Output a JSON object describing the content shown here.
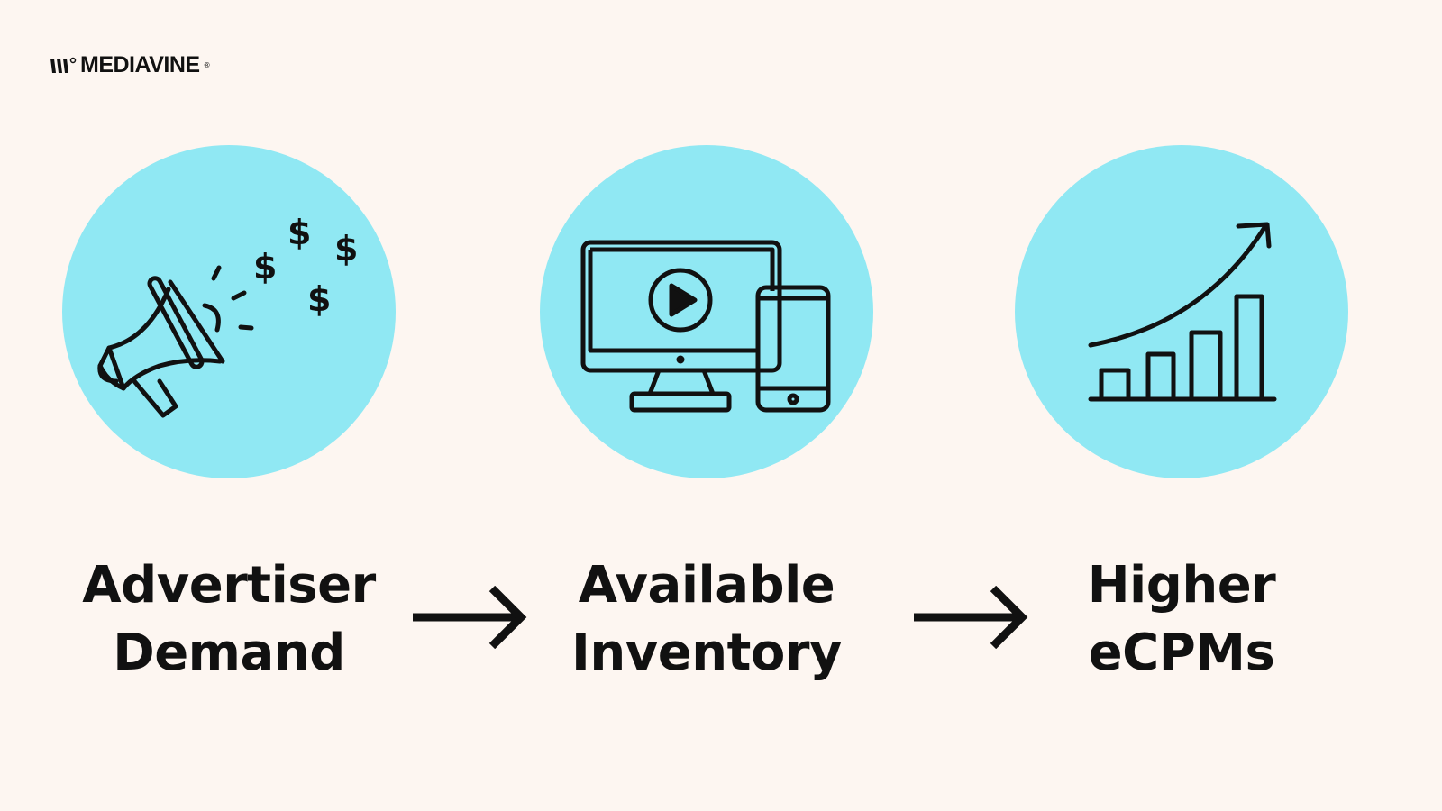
{
  "brand": {
    "name": "MEDIAVINE",
    "registered": "®"
  },
  "colors": {
    "background": "#fdf6f1",
    "circle": "#90e8f3",
    "ink": "#111111"
  },
  "steps": [
    {
      "icon": "megaphone-dollar-icon",
      "line1": "Advertiser",
      "line2": "Demand"
    },
    {
      "icon": "monitor-phone-video-icon",
      "line1": "Available",
      "line2": "Inventory"
    },
    {
      "icon": "growth-chart-icon",
      "line1": "Higher",
      "line2": "eCPMs"
    }
  ],
  "dollar_sign": "$"
}
